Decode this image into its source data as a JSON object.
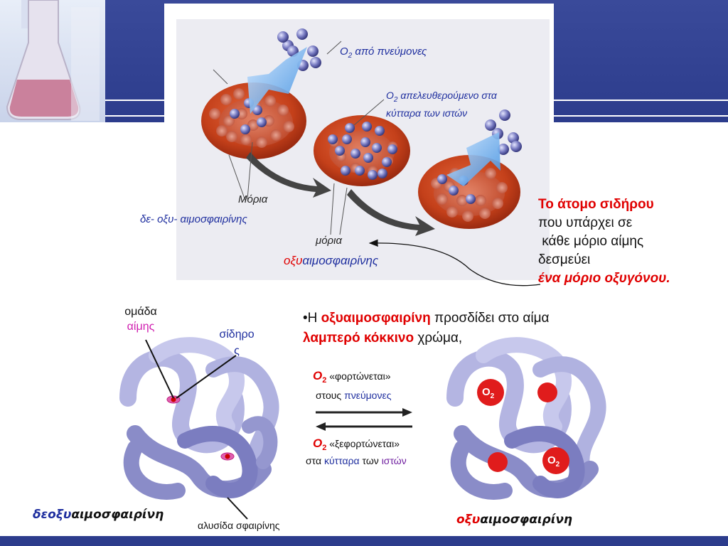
{
  "top_diagram": {
    "o2_from_lungs": {
      "o": "O",
      "sub": "2",
      "text": " από πνεύμονες"
    },
    "o2_released": {
      "o": "O",
      "sub": "2",
      "line1": " απελευθερούμενο στα",
      "line2": "κύτταρα των ιστών"
    },
    "deoxy_molecules_label": "Μόρια",
    "deoxy_name": "δε- οξυ- αιμοσφαιρίνης",
    "oxy_molecules_label": "μόρια",
    "oxy_name_prefix": "οξυ",
    "oxy_name_suffix": "αιμοσφαιρίνης"
  },
  "right_note": {
    "line1": "Το άτομο σιδήρου",
    "line2": "που υπάρχει σε",
    "line3": " κάθε μόριο αίμης",
    "line4": "δεσμεύει",
    "line5": "ένα μόριο οξυγόνου."
  },
  "bullet": {
    "marker": "•",
    "w1": "Η ",
    "w2": "οξυαιμοσφαιρίνη",
    "w3": " προσδίδει στο αίμα",
    "w4": "λαμπερό κόκκινο",
    "w5": " χρώμα,"
  },
  "heme_label": {
    "line1": "ομάδα",
    "line2": "αίμης"
  },
  "iron_label": {
    "line1": "σίδηρο",
    "line2": "ς"
  },
  "chain_label": "αλυσίδα σφαιρίνης",
  "deoxy_title": {
    "prefix": "δεοξυ",
    "suffix": "αιμοσφαιρίνη"
  },
  "oxy_title": {
    "prefix": "οξυ",
    "suffix": "αιμοσφαιρίνη"
  },
  "load": {
    "o": "O",
    "sub": "2",
    "quote": " «φορτώνεται»",
    "l2a": "στους ",
    "l2b": "πνεύμονες"
  },
  "unload": {
    "o": "O",
    "sub": "2",
    "quote": " «ξεφορτώνεται»",
    "l2a": "στα ",
    "l2b": "κύτταρα",
    "l2c": " των ",
    "l2d": "ιστών"
  },
  "o2_badge": {
    "o": "O",
    "sub": "2"
  },
  "colors": {
    "band": "#2c3c8c",
    "red": "#e00000",
    "blue_label": "#1f2f9f",
    "magenta": "#d020b0",
    "cell": "#c8401c",
    "molecule": "#6f72b8",
    "protein": "#a9a9dc",
    "protein_dark": "#7d7fc0"
  }
}
